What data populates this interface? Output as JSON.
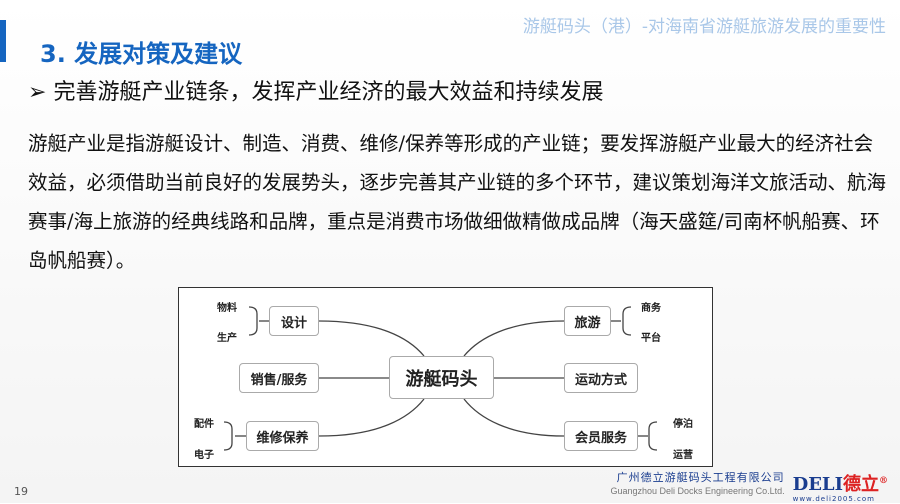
{
  "header": "游艇码头（港）-对海南省游艇旅游发展的重要性",
  "title": "3. 发展对策及建议",
  "bullet_icon": "arrow-bullet-icon",
  "bullet": "完善游艇产业链条，发挥产业经济的最大效益和持续发展",
  "body": "游艇产业是指游艇设计、制造、消费、维修/保养等形成的产业链；要发挥游艇产业最大的经济社会效益，必须借助当前良好的发展势头，逐步完善其产业链的多个环节，建议策划海洋文旅活动、航海赛事/海上旅游的经典线路和品牌，重点是消费市场做细做精做成品牌（海天盛筵/司南杯帆船赛、环岛帆船赛）。",
  "diagram": {
    "center": "游艇码头",
    "left": [
      "设计",
      "销售/服务",
      "维修保养"
    ],
    "right": [
      "旅游",
      "运动方式",
      "会员服务"
    ],
    "sub": {
      "design": [
        "物料",
        "生产"
      ],
      "maint": [
        "配件",
        "电子"
      ],
      "travel": [
        "商务",
        "平台"
      ],
      "member": [
        "停泊",
        "运营"
      ]
    }
  },
  "page_number": "19",
  "footer": {
    "company_cn": "广州德立游艇码头工程有限公司",
    "company_en": "Guangzhou Deli Docks Engineering Co.Ltd.",
    "logo_en": "DELI",
    "logo_cn": "德立",
    "logo_mark": "®",
    "url": "www.deli2005.com"
  },
  "colors": {
    "accent": "#1565c0",
    "header": "#a9c7e8"
  }
}
